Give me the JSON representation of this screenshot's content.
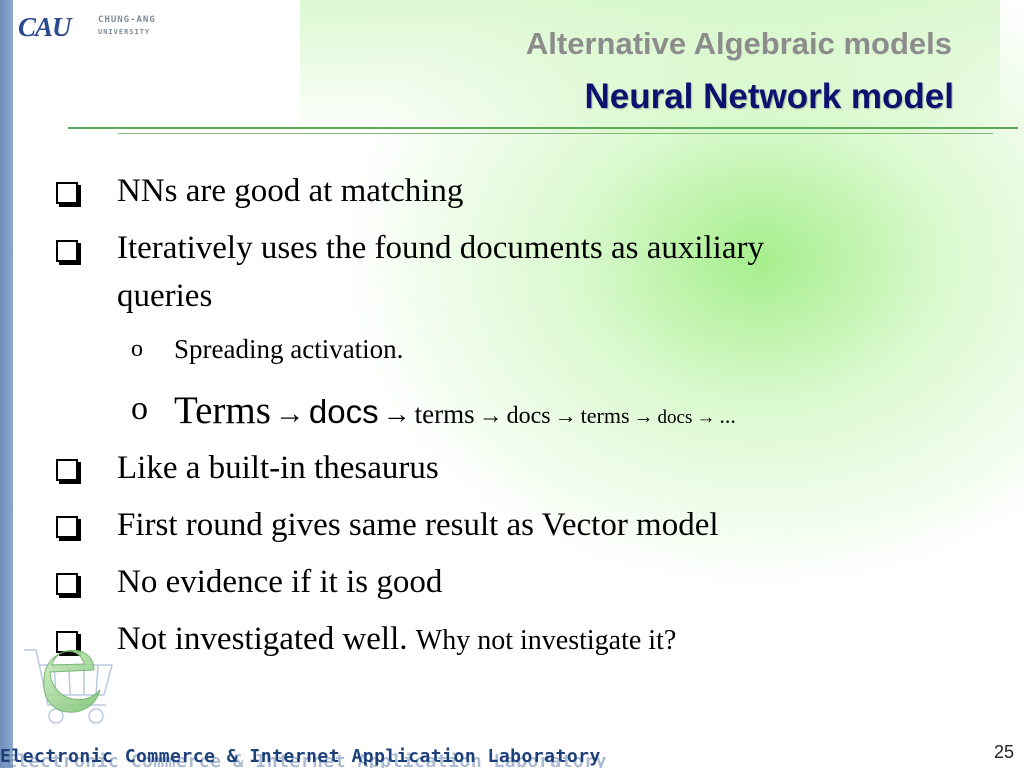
{
  "header": {
    "logo": {
      "mark": "CAU",
      "name_line1": "CHUNG-ANG",
      "name_line2": "UNIVERSITY"
    },
    "title": "Alternative Algebraic models",
    "subtitle": "Neural Network model"
  },
  "bullets": [
    {
      "text": "NNs are good at matching"
    },
    {
      "text_line1": "Iteratively uses the found documents as auxiliary",
      "text_line2": "queries"
    },
    {
      "text": "Like a built-in thesaurus"
    },
    {
      "text": "First round gives same result as Vector model"
    },
    {
      "text": "No evidence if it is good"
    },
    {
      "text": "Not investigated well.",
      "tail": "Why not investigate it?"
    }
  ],
  "sub_bullets": [
    {
      "marker": "o",
      "text": "Spreading activation."
    },
    {
      "marker": "o",
      "sequence": [
        "Terms",
        "→",
        "docs",
        "→",
        "terms",
        "→",
        "docs",
        "→",
        "terms",
        "→",
        "docs",
        "→",
        "..."
      ]
    }
  ],
  "footer": {
    "lab": "Electronic Commerce & Internet Application Laboratory",
    "page": "25"
  },
  "colors": {
    "title_gray": "#8c8c8c",
    "subtitle_navy": "#0d1270",
    "rule_green": "#5fa85a",
    "left_bar": "#7896bf"
  }
}
